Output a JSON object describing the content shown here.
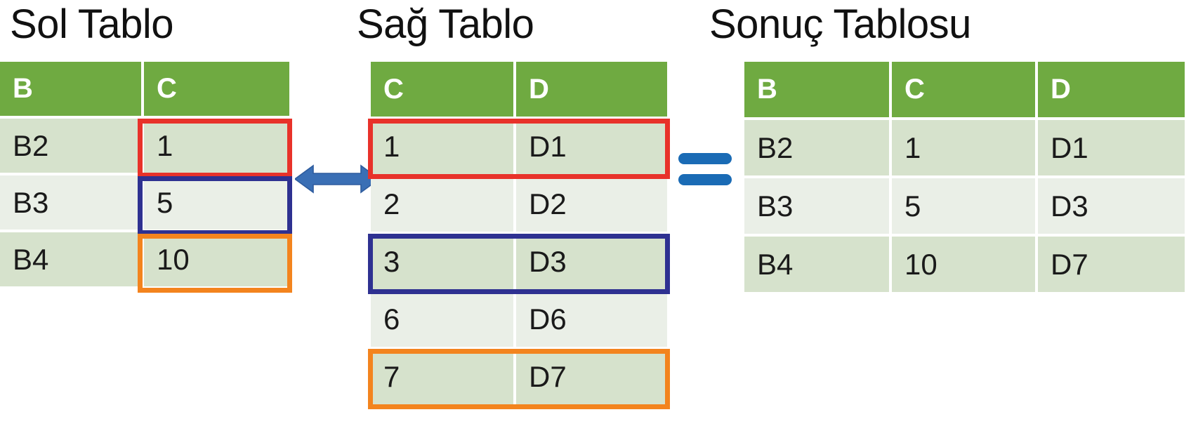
{
  "titles": {
    "left": "Sol Tablo",
    "middle": "Sağ Tablo",
    "right": "Sonuç Tablosu"
  },
  "colors": {
    "header_green": "#6FAA41",
    "row_dark": "#D6E2CC",
    "row_light": "#EAEFE7",
    "highlight_red": "#E8322A",
    "highlight_blue": "#2E3191",
    "highlight_orange": "#F3841E",
    "connector_blue": "#1A6BB5",
    "text": "#1A1A1A"
  },
  "left_table": {
    "name": "Sol Tablo",
    "headers": [
      "B",
      "C"
    ],
    "rows": [
      {
        "cells": [
          "B2",
          "1"
        ],
        "highlight": "red"
      },
      {
        "cells": [
          "B3",
          "5"
        ],
        "highlight": "blue"
      },
      {
        "cells": [
          "B4",
          "10"
        ],
        "highlight": "orange"
      }
    ]
  },
  "middle_table": {
    "name": "Sağ Tablo",
    "headers": [
      "C",
      "D"
    ],
    "rows": [
      {
        "cells": [
          "1",
          "D1"
        ],
        "highlight": "red"
      },
      {
        "cells": [
          "2",
          "D2"
        ],
        "highlight": null
      },
      {
        "cells": [
          "3",
          "D3"
        ],
        "highlight": "blue"
      },
      {
        "cells": [
          "6",
          "D6"
        ],
        "highlight": null
      },
      {
        "cells": [
          "7",
          "D7"
        ],
        "highlight": "orange"
      }
    ]
  },
  "result_table": {
    "name": "Sonuç Tablosu",
    "headers": [
      "B",
      "C",
      "D"
    ],
    "rows": [
      {
        "cells": [
          "B2",
          "1",
          "D1"
        ]
      },
      {
        "cells": [
          "B3",
          "5",
          "D3"
        ]
      },
      {
        "cells": [
          "B4",
          "10",
          "D7"
        ]
      }
    ]
  },
  "connectors": {
    "match_arrow": "double-headed-arrow",
    "equals": "equals-sign"
  },
  "chart_data": {
    "type": "table",
    "title": "Sol Tablo / Sağ Tablo / Sonuç Tablosu join diagram",
    "tables": [
      {
        "name": "Sol Tablo",
        "columns": [
          "B",
          "C"
        ],
        "rows": [
          [
            "B2",
            "1"
          ],
          [
            "B3",
            "5"
          ],
          [
            "B4",
            "10"
          ]
        ]
      },
      {
        "name": "Sağ Tablo",
        "columns": [
          "C",
          "D"
        ],
        "rows": [
          [
            "1",
            "D1"
          ],
          [
            "2",
            "D2"
          ],
          [
            "3",
            "D3"
          ],
          [
            "6",
            "D6"
          ],
          [
            "7",
            "D7"
          ]
        ]
      },
      {
        "name": "Sonuç Tablosu",
        "columns": [
          "B",
          "C",
          "D"
        ],
        "rows": [
          [
            "B2",
            "1",
            "D1"
          ],
          [
            "B3",
            "5",
            "D3"
          ],
          [
            "B4",
            "10",
            "D7"
          ]
        ]
      }
    ],
    "mappings": [
      {
        "color": "#E8322A",
        "left_row": 1,
        "right_row": 1,
        "result_row": 1
      },
      {
        "color": "#2E3191",
        "left_row": 2,
        "right_row": 3,
        "result_row": 2
      },
      {
        "color": "#F3841E",
        "left_row": 3,
        "right_row": 5,
        "result_row": 3
      }
    ]
  }
}
